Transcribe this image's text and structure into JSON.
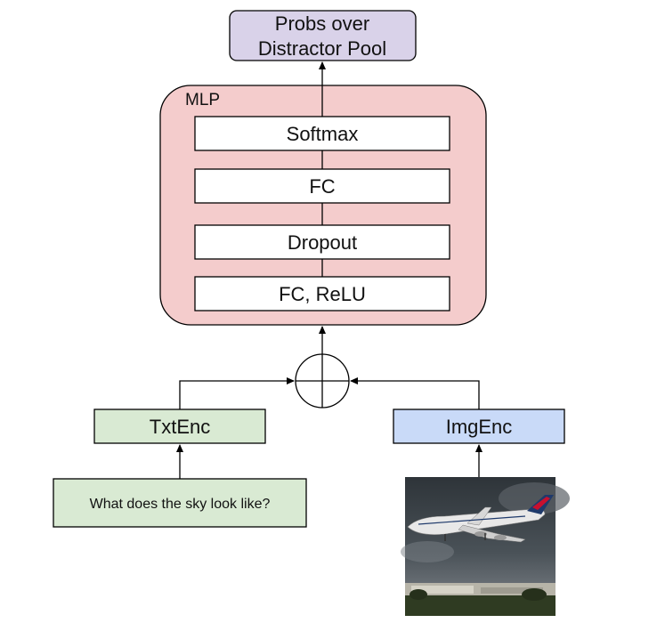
{
  "output": {
    "line1": "Probs over",
    "line2": "Distractor Pool"
  },
  "mlp": {
    "label": "MLP",
    "layers": {
      "softmax": "Softmax",
      "fc": "FC",
      "dropout": "Dropout",
      "fc_relu": "FC, ReLU"
    }
  },
  "encoders": {
    "text": "TxtEnc",
    "image": "ImgEnc"
  },
  "question": "What does the sky look like?",
  "colors": {
    "output_fill": "#d9d2e9",
    "mlp_fill": "#f4cccc",
    "txtenc_fill": "#d9ead3",
    "imgenc_fill": "#c9daf8",
    "question_fill": "#d9ead3"
  },
  "icons": {
    "combine": "circle-plus-icon",
    "photo": "airplane-photo"
  }
}
